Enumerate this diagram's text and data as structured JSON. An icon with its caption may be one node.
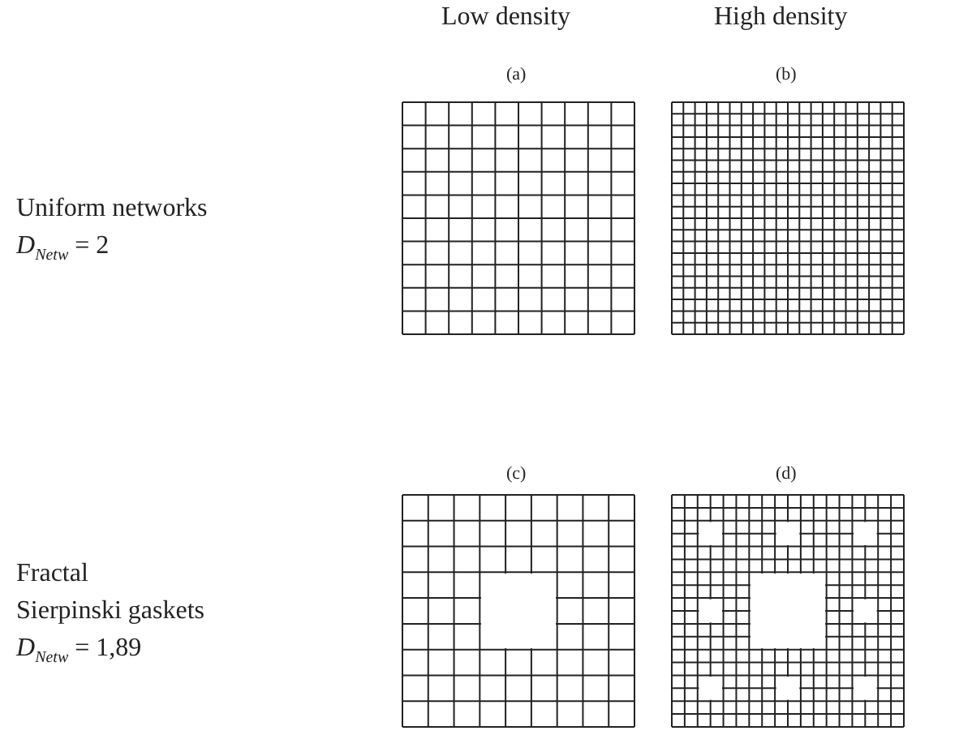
{
  "diagram": {
    "labels": [
      "Low density",
      "High density",
      "(a)",
      "(b)",
      "Uniform networks",
      "*D*$_{Netw}$ = 2",
      "(c)",
      "(d)",
      "Fractal",
      "Sierpinski gaskets",
      "*D*$_{Netw}$ = 1,89"
    ]
  }
}
